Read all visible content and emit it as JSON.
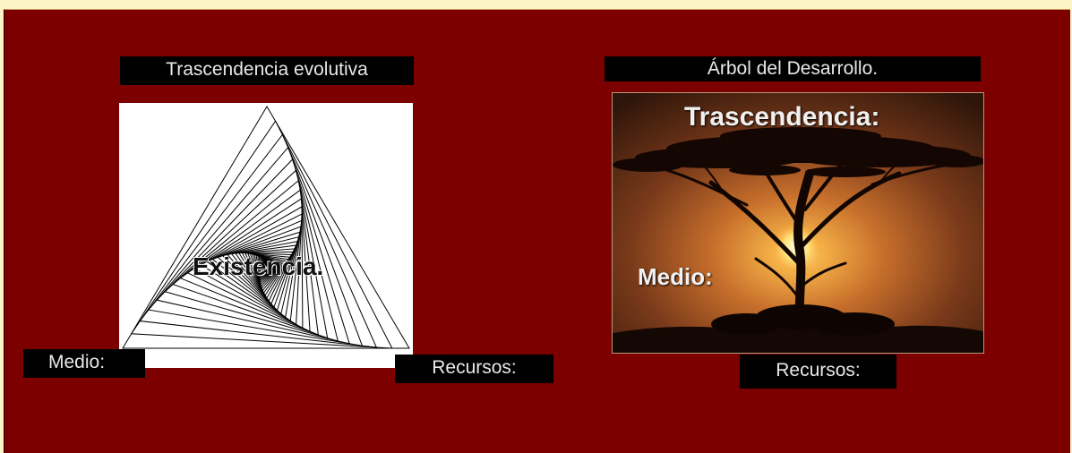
{
  "left_figure": {
    "title": "Trascendencia evolutiva",
    "center_label": "Existencia.",
    "medio_label": "Medio:",
    "recursos_label": "Recursos:"
  },
  "right_figure": {
    "title": "Árbol del Desarrollo.",
    "trascendencia_label": "Trascendencia:",
    "medio_label": "Medio:",
    "recursos_label": "Recursos:"
  },
  "colors": {
    "page_background": "#fcf4c4",
    "panel_background": "#7c0000",
    "label_background": "#000000",
    "label_text": "#e8e8e8"
  }
}
